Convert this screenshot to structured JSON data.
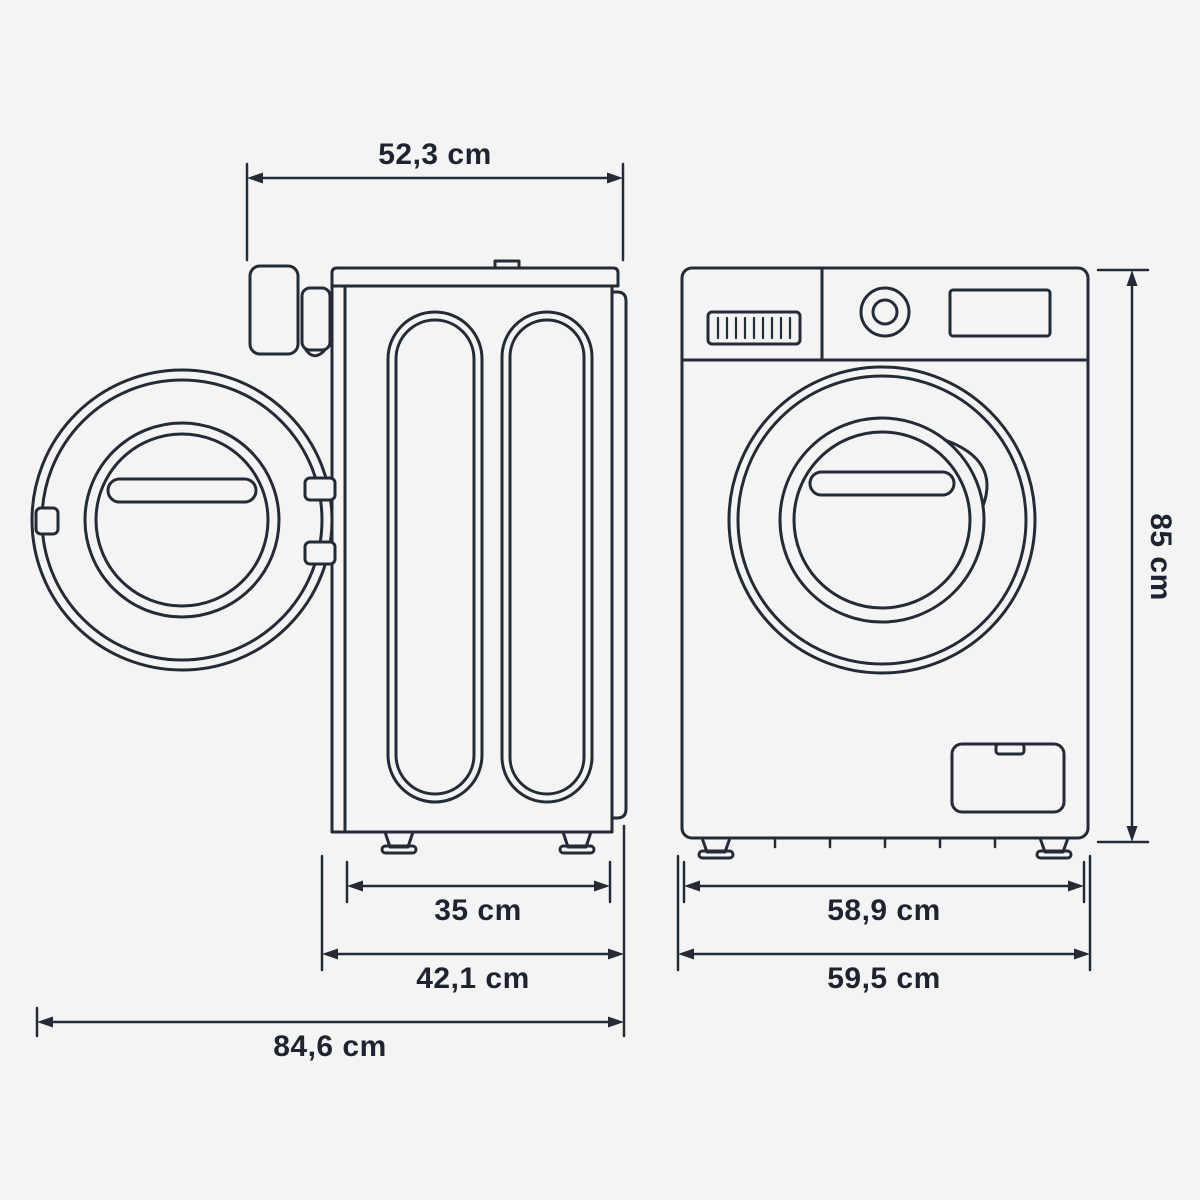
{
  "diagram": {
    "subject": "washing-machine-dimension-drawing",
    "background_color": "#f4f4f4",
    "ink_color": "#242b36",
    "views": [
      {
        "id": "side",
        "name": "side view with door open"
      },
      {
        "id": "front",
        "name": "front view"
      }
    ],
    "dimensions": {
      "top_depth": "52,3 cm",
      "base_depth": "35 cm",
      "cabinet_depth": "42,1 cm",
      "depth_door_open": "84,6 cm",
      "front_width_inner": "58,9 cm",
      "front_width_overall": "59,5 cm",
      "height": "85 cm"
    }
  }
}
